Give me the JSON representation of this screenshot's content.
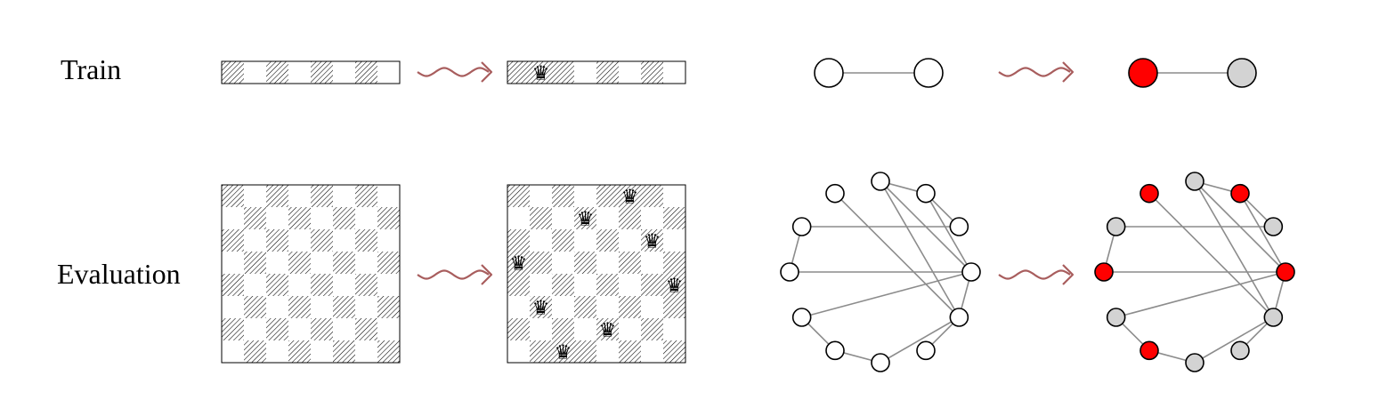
{
  "labels": {
    "train": "Train",
    "evaluation": "Evaluation"
  },
  "colors": {
    "arrow": "#a85d5d",
    "edge": "#8c8c8c",
    "node_outline": "#000000",
    "node_empty": "#ffffff",
    "node_selected": "#ff0000",
    "node_unselected": "#d3d3d3",
    "hatch": "#000000"
  },
  "queen_glyph": "♛",
  "icons": {
    "queen": "chess-queen-icon",
    "transform_arrow": "wavy-arrow-icon"
  },
  "train": {
    "board_input": {
      "rows": 1,
      "cols": 8,
      "queens": []
    },
    "board_output": {
      "rows": 1,
      "cols": 8,
      "queens": [
        [
          0,
          1
        ]
      ]
    },
    "graph_nodes": 2,
    "graph_edges": [
      [
        0,
        1
      ]
    ],
    "graph_output_colors": [
      "selected",
      "unselected"
    ]
  },
  "evaluation": {
    "board_input": {
      "rows": 8,
      "cols": 8,
      "queens": []
    },
    "board_output": {
      "rows": 8,
      "cols": 8,
      "queens": [
        [
          0,
          5
        ],
        [
          1,
          3
        ],
        [
          2,
          6
        ],
        [
          3,
          0
        ],
        [
          4,
          7
        ],
        [
          5,
          1
        ],
        [
          6,
          4
        ],
        [
          7,
          2
        ]
      ]
    },
    "graph_nodes": 12,
    "graph_edges": [
      [
        0,
        1
      ],
      [
        0,
        3
      ],
      [
        0,
        4
      ],
      [
        1,
        2
      ],
      [
        1,
        3
      ],
      [
        2,
        10
      ],
      [
        3,
        4
      ],
      [
        3,
        8
      ],
      [
        3,
        9
      ],
      [
        4,
        5
      ],
      [
        4,
        6
      ],
      [
        4,
        11
      ],
      [
        6,
        7
      ],
      [
        7,
        8
      ],
      [
        9,
        10
      ]
    ],
    "graph_output_colors": [
      "unselected",
      "selected",
      "unselected",
      "selected",
      "unselected",
      "unselected",
      "unselected",
      "selected",
      "unselected",
      "selected",
      "unselected",
      "selected"
    ]
  }
}
